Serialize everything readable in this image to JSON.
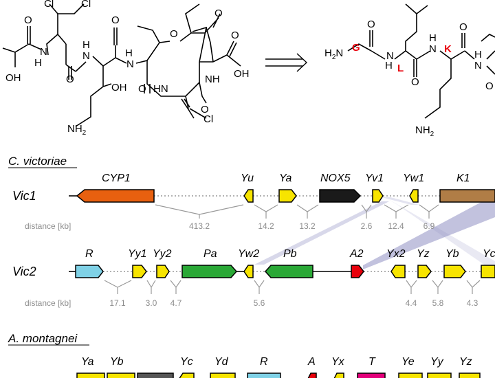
{
  "chemistry": {
    "left_labels": {
      "cl1": "Cl",
      "cl2": "Cl",
      "o_top": "O",
      "h_n1": "H",
      "n1": "N",
      "oh_left": "OH",
      "o1": "O",
      "h_n2": "H",
      "n2": "N",
      "o2": "O",
      "oh_mid": "OH",
      "h_n3": "H",
      "n3": "N",
      "o_ring": "O",
      "o_ket": "O",
      "o_acid": "O",
      "oh_acid": "OH",
      "nh_ring": "NH",
      "hn_ring": "HN",
      "o_r1": "O",
      "o_r2": "O",
      "cl_bottom": "Cl",
      "nh2": "NH",
      "nh2_sub": "2"
    },
    "right_labels": {
      "h2n": "H",
      "h2n_sub": "2",
      "h2n_n": "N",
      "o1": "O",
      "h_n1": "H",
      "n1": "N",
      "o2": "O",
      "h_n2": "H",
      "n2": "N",
      "o3": "O",
      "h_n3": "H",
      "n3": "N",
      "o4": "O",
      "nh2": "NH",
      "nh2_sub": "2"
    },
    "residue_labels": {
      "g": "G",
      "l": "L",
      "k": "K"
    },
    "arrow": "retro-arrow"
  },
  "sections": {
    "victoriae": "C. victoriae",
    "montagnei": "A. montagnei"
  },
  "clusters": {
    "vic1": "Vic1",
    "vic2": "Vic2"
  },
  "colors": {
    "cyp": "#e8600f",
    "yellow": "#f7e400",
    "black": "#1a1a1a",
    "brown": "#b07d46",
    "blue": "#7fd1e6",
    "green": "#2aa836",
    "red": "#e8000b",
    "gray": "#555555",
    "magenta": "#e3007a",
    "link": "#8f8fc2",
    "dist": "#8c8c8c"
  },
  "vic1": {
    "genes": [
      {
        "name": "CYP1",
        "color": "cyp",
        "dir": "left"
      },
      {
        "name": "Yu",
        "color": "yellow",
        "dir": "left"
      },
      {
        "name": "Ya",
        "color": "yellow",
        "dir": "right"
      },
      {
        "name": "NOX5",
        "color": "black",
        "dir": "right"
      },
      {
        "name": "Yv1",
        "color": "yellow",
        "dir": "right"
      },
      {
        "name": "Yw1",
        "color": "yellow",
        "dir": "left"
      },
      {
        "name": "K1",
        "color": "brown",
        "dir": "right"
      }
    ],
    "distance_label": "distance [kb]",
    "distances": [
      "413.2",
      "14.2",
      "13.2",
      "2.6",
      "12.4",
      "6.9"
    ]
  },
  "vic2": {
    "genes": [
      {
        "name": "R",
        "color": "blue",
        "dir": "right"
      },
      {
        "name": "Yy1",
        "color": "yellow",
        "dir": "right"
      },
      {
        "name": "Yy2",
        "color": "yellow",
        "dir": "right"
      },
      {
        "name": "Pa",
        "color": "green",
        "dir": "right"
      },
      {
        "name": "Yw2",
        "color": "yellow",
        "dir": "left"
      },
      {
        "name": "Pb",
        "color": "green",
        "dir": "left"
      },
      {
        "name": "A2",
        "color": "red",
        "dir": "right"
      },
      {
        "name": "Yx2",
        "color": "yellow",
        "dir": "left"
      },
      {
        "name": "Yz",
        "color": "yellow",
        "dir": "right"
      },
      {
        "name": "Yb",
        "color": "yellow",
        "dir": "right"
      },
      {
        "name": "Yc",
        "color": "yellow",
        "dir": "right"
      }
    ],
    "distance_label": "distance [kb]",
    "distances": [
      "17.1",
      "3.0",
      "4.7",
      "5.6",
      "4.4",
      "5.8",
      "4.3"
    ]
  },
  "montagnei": {
    "genes": [
      {
        "name": "Ya",
        "color": "yellow"
      },
      {
        "name": "Yb",
        "color": "yellow"
      },
      {
        "name": "",
        "color": "gray"
      },
      {
        "name": "Yc",
        "color": "yellow"
      },
      {
        "name": "Yd",
        "color": "yellow"
      },
      {
        "name": "R",
        "color": "blue"
      },
      {
        "name": "A",
        "color": "red"
      },
      {
        "name": "Yx",
        "color": "yellow"
      },
      {
        "name": "T",
        "color": "magenta"
      },
      {
        "name": "Ye",
        "color": "yellow"
      },
      {
        "name": "Yy",
        "color": "yellow"
      },
      {
        "name": "Yz",
        "color": "yellow"
      }
    ]
  }
}
